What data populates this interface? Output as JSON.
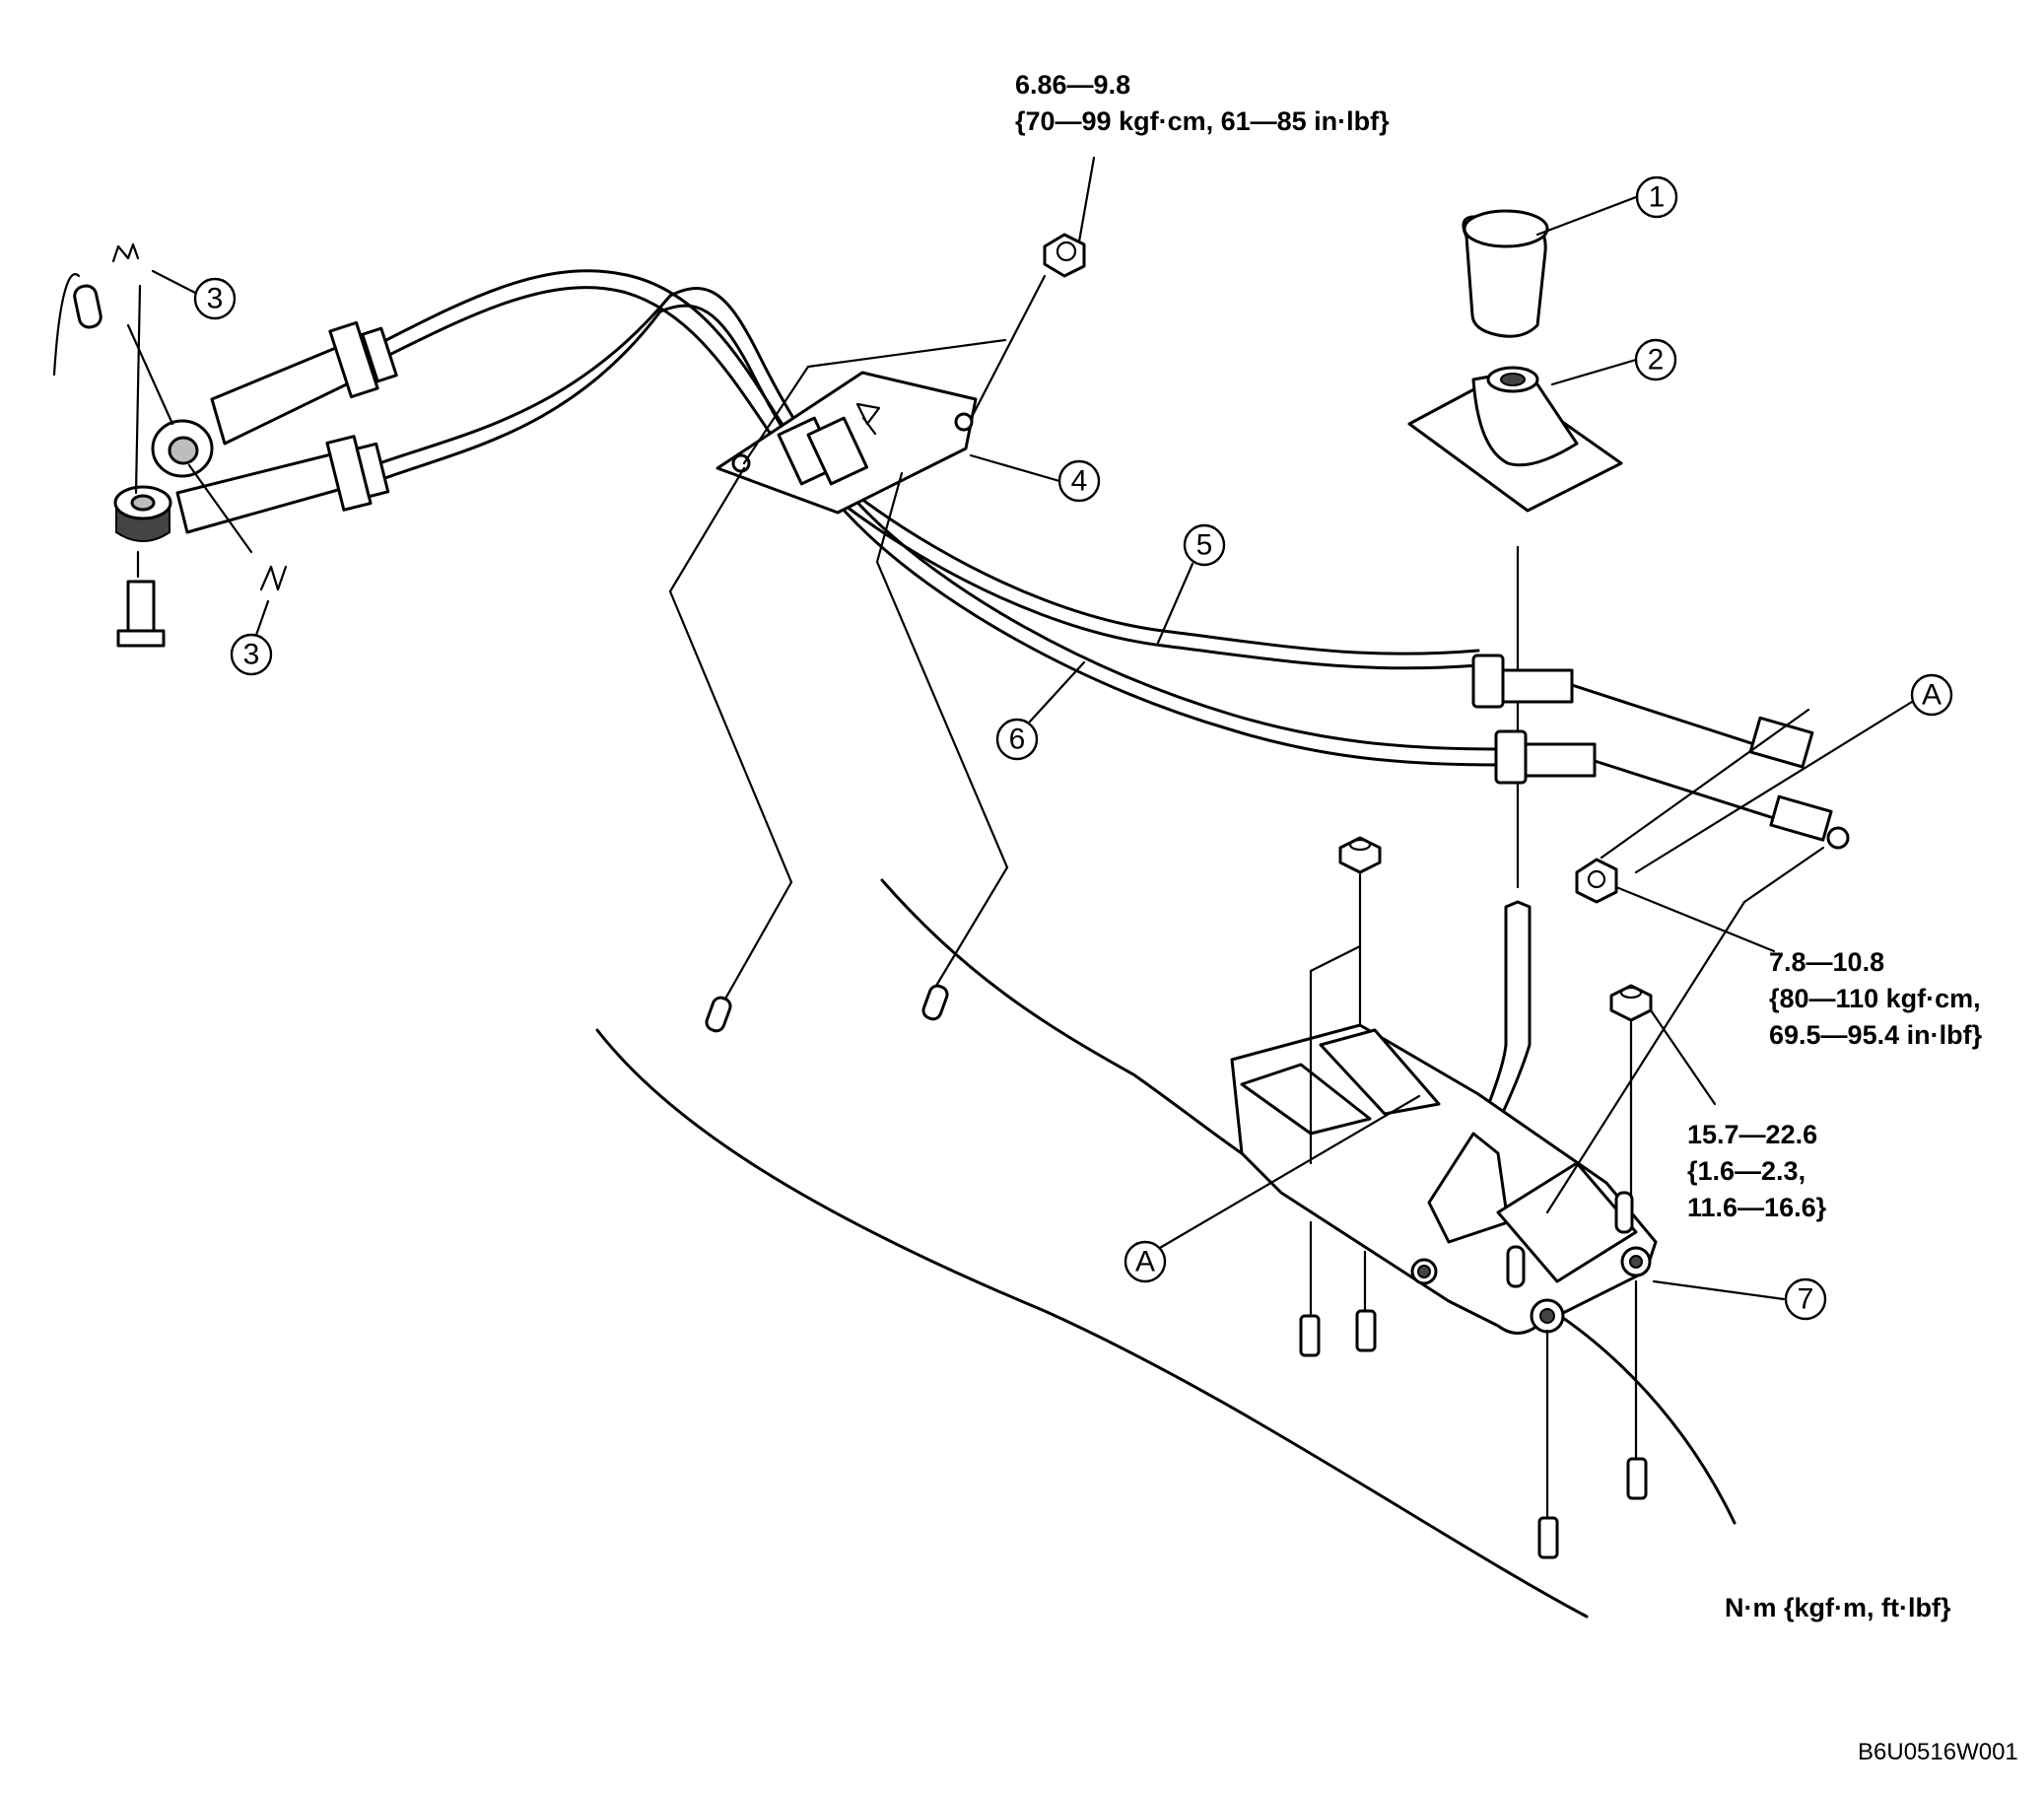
{
  "callouts": [
    {
      "id": "1",
      "text": "1"
    },
    {
      "id": "2",
      "text": "2"
    },
    {
      "id": "3a",
      "text": "3"
    },
    {
      "id": "3b",
      "text": "3"
    },
    {
      "id": "4",
      "text": "4"
    },
    {
      "id": "5",
      "text": "5"
    },
    {
      "id": "6",
      "text": "6"
    },
    {
      "id": "7",
      "text": "7"
    },
    {
      "id": "Aa",
      "text": "A"
    },
    {
      "id": "Ab",
      "text": "A"
    }
  ],
  "torque_specs": {
    "cable_bracket_nut": [
      "6.86—9.8",
      "{70—99 kgf·cm, 61—85 in·lbf}"
    ],
    "cable_end_nut": [
      "7.8—10.8",
      "{80—110 kgf·cm,",
      "69.5—95.4 in·lbf}"
    ],
    "shift_lever_nut": [
      "15.7—22.6",
      "{1.6—2.3,",
      "11.6—16.6}"
    ]
  },
  "units_note": "N·m {kgf·m,  ft·lbf}",
  "figure_code": "B6U0516W001"
}
